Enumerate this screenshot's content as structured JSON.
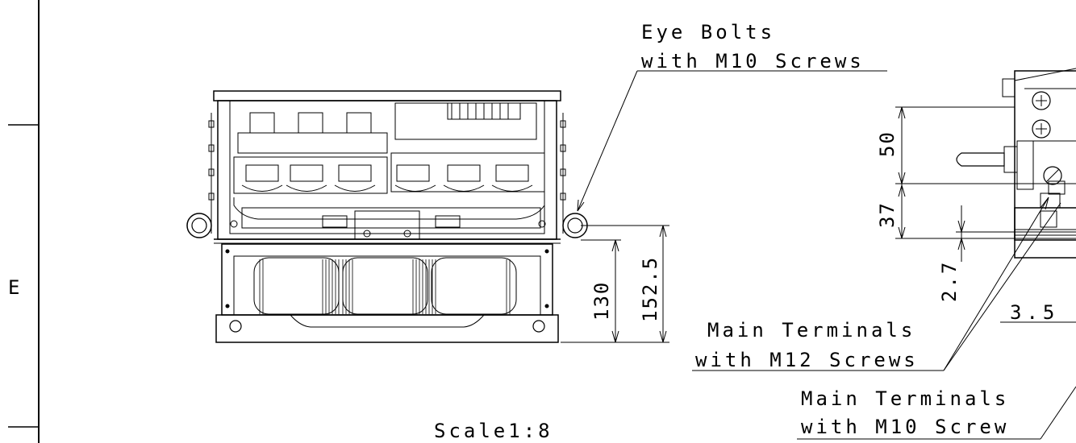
{
  "zone_letter": "E",
  "callouts": {
    "eye_bolts": {
      "line1": "Eye Bolts",
      "line2": "with M10 Screws"
    },
    "main_terminals_m12": {
      "line1": "Main Terminals",
      "line2": "with M12 Screws"
    },
    "main_terminals_m10": {
      "line1": "Main Terminals",
      "line2": "with M10 Screw"
    }
  },
  "dimensions": {
    "front_height_1": "130",
    "front_height_2": "152.5",
    "side_dim_50": "50",
    "side_dim_37": "37",
    "side_dim_2_7": "2.7",
    "side_dim_3_5": "3.5"
  },
  "scale_label": "Scale1:8"
}
